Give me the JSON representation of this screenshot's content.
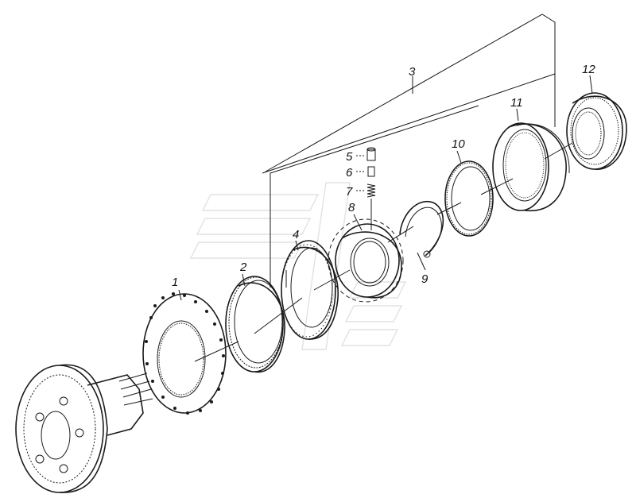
{
  "diagram": {
    "colors": {
      "ink": "#1a1a1a",
      "watermark": "#e2e2e2",
      "background": "#ffffff"
    },
    "callouts": [
      {
        "id": "1",
        "label": "1"
      },
      {
        "id": "2",
        "label": "2"
      },
      {
        "id": "3",
        "label": "3"
      },
      {
        "id": "4",
        "label": "4"
      },
      {
        "id": "5",
        "label": "5"
      },
      {
        "id": "6",
        "label": "6"
      },
      {
        "id": "7",
        "label": "7"
      },
      {
        "id": "8",
        "label": "8"
      },
      {
        "id": "9",
        "label": "9"
      },
      {
        "id": "10",
        "label": "10"
      },
      {
        "id": "11",
        "label": "11"
      },
      {
        "id": "12",
        "label": "12"
      }
    ]
  }
}
